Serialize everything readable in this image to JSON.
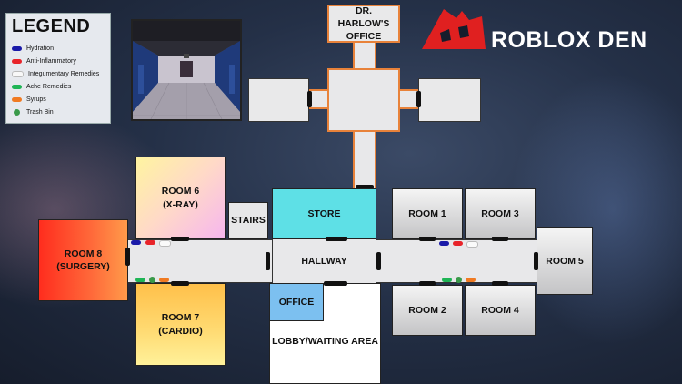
{
  "legend": {
    "title": "LEGEND",
    "items": [
      {
        "label": "Hydration",
        "color": "#1a1aa8"
      },
      {
        "label": "Anti-Inflammatory",
        "color": "#e8242a"
      },
      {
        "label": "Integumentary Remedies",
        "color": "#f4f4f4"
      },
      {
        "label": "Ache Remedies",
        "color": "#1fb556"
      },
      {
        "label": "Syrups",
        "color": "#f07a22"
      },
      {
        "label": "Trash Bin",
        "color": "#3a9a4a"
      }
    ]
  },
  "logo": {
    "text": "ROBLOX DEN",
    "color": "#e02020"
  },
  "rooms": {
    "harlow": "DR.\nHARLOW'S\nOFFICE",
    "room6": "ROOM 6\n(X-RAY)",
    "stairs": "STAIRS",
    "store": "STORE",
    "room1": "ROOM 1",
    "room3": "ROOM 3",
    "room8": "ROOM 8\n(SURGERY)",
    "hallway": "HALLWAY",
    "room5": "ROOM 5",
    "office": "OFFICE",
    "room7": "ROOM 7\n(CARDIO)",
    "lobby": "LOBBY/WAITING AREA",
    "room2": "ROOM 2",
    "room4": "ROOM 4"
  },
  "colors": {
    "store": "#5ee0e6",
    "office": "#7cc0f0",
    "harlow_wing_border": "#e8823a"
  }
}
